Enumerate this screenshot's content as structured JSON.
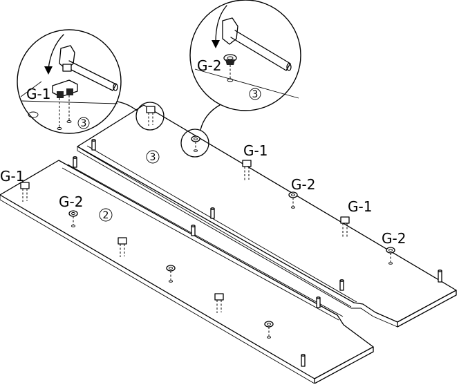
{
  "labels": {
    "g1": "G-1",
    "g2": "G-2"
  },
  "steps": {
    "two": "2",
    "three": "3"
  }
}
